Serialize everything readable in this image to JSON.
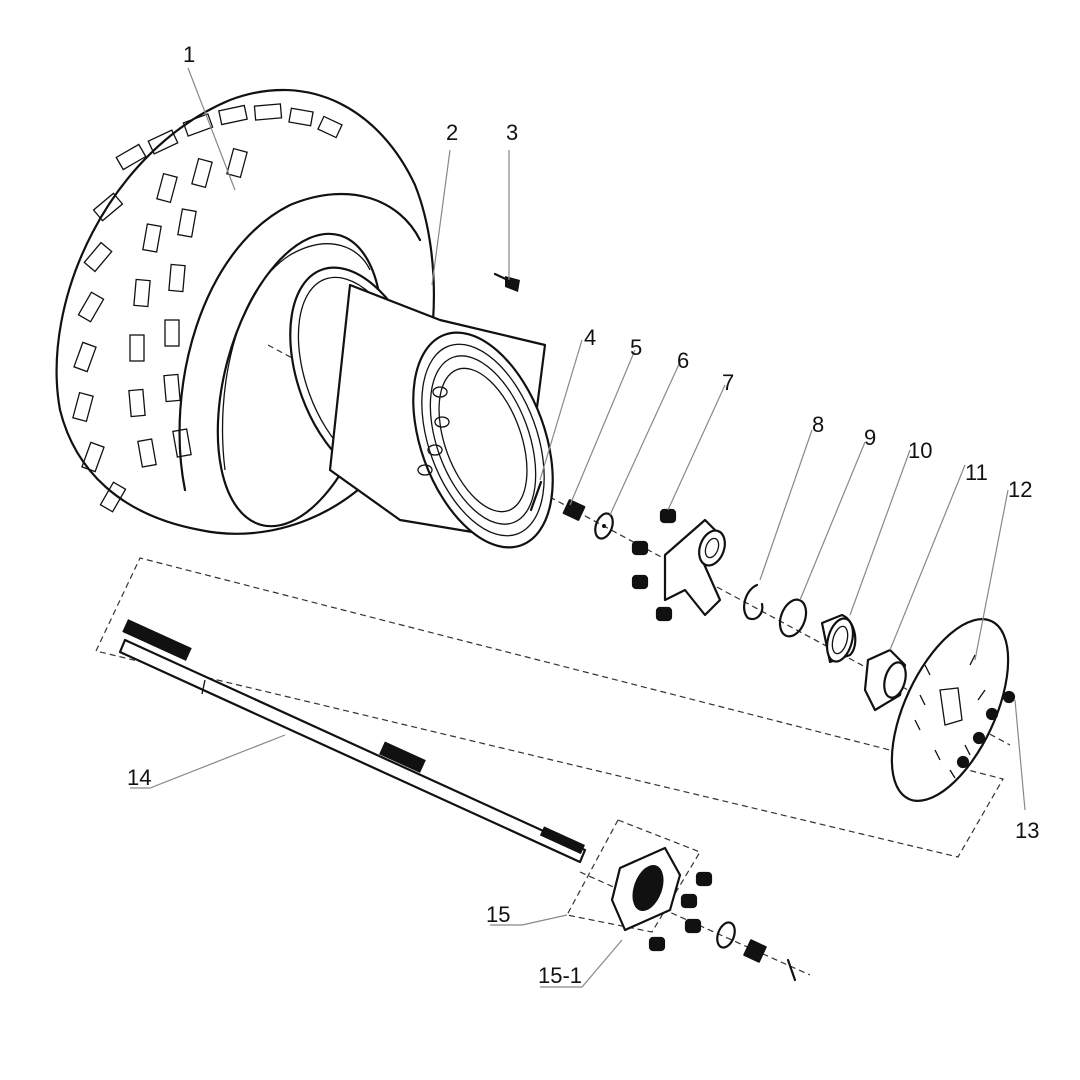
{
  "diagram": {
    "type": "exploded-parts-view",
    "subject": "rear wheel and axle assembly",
    "callouts": [
      {
        "id": "1",
        "label": "1",
        "part": "tire"
      },
      {
        "id": "2",
        "label": "2",
        "part": "wheel-rim"
      },
      {
        "id": "3",
        "label": "3",
        "part": "valve-stem"
      },
      {
        "id": "4",
        "label": "4",
        "part": "cotter-pin"
      },
      {
        "id": "5",
        "label": "5",
        "part": "castle-nut"
      },
      {
        "id": "6",
        "label": "6",
        "part": "washer"
      },
      {
        "id": "7",
        "label": "7",
        "part": "wheel-nuts"
      },
      {
        "id": "8",
        "label": "8",
        "part": "circlip"
      },
      {
        "id": "9",
        "label": "9",
        "part": "oil-seal"
      },
      {
        "id": "10",
        "label": "10",
        "part": "bearing"
      },
      {
        "id": "11",
        "label": "11",
        "part": "brake-disc-hub"
      },
      {
        "id": "12",
        "label": "12",
        "part": "brake-disc"
      },
      {
        "id": "13",
        "label": "13",
        "part": "disc-bolts"
      },
      {
        "id": "14",
        "label": "14",
        "part": "rear-axle"
      },
      {
        "id": "15",
        "label": "15",
        "part": "hub-assembly"
      },
      {
        "id": "15-1",
        "label": "15-1",
        "part": "wheel-hub"
      }
    ]
  }
}
